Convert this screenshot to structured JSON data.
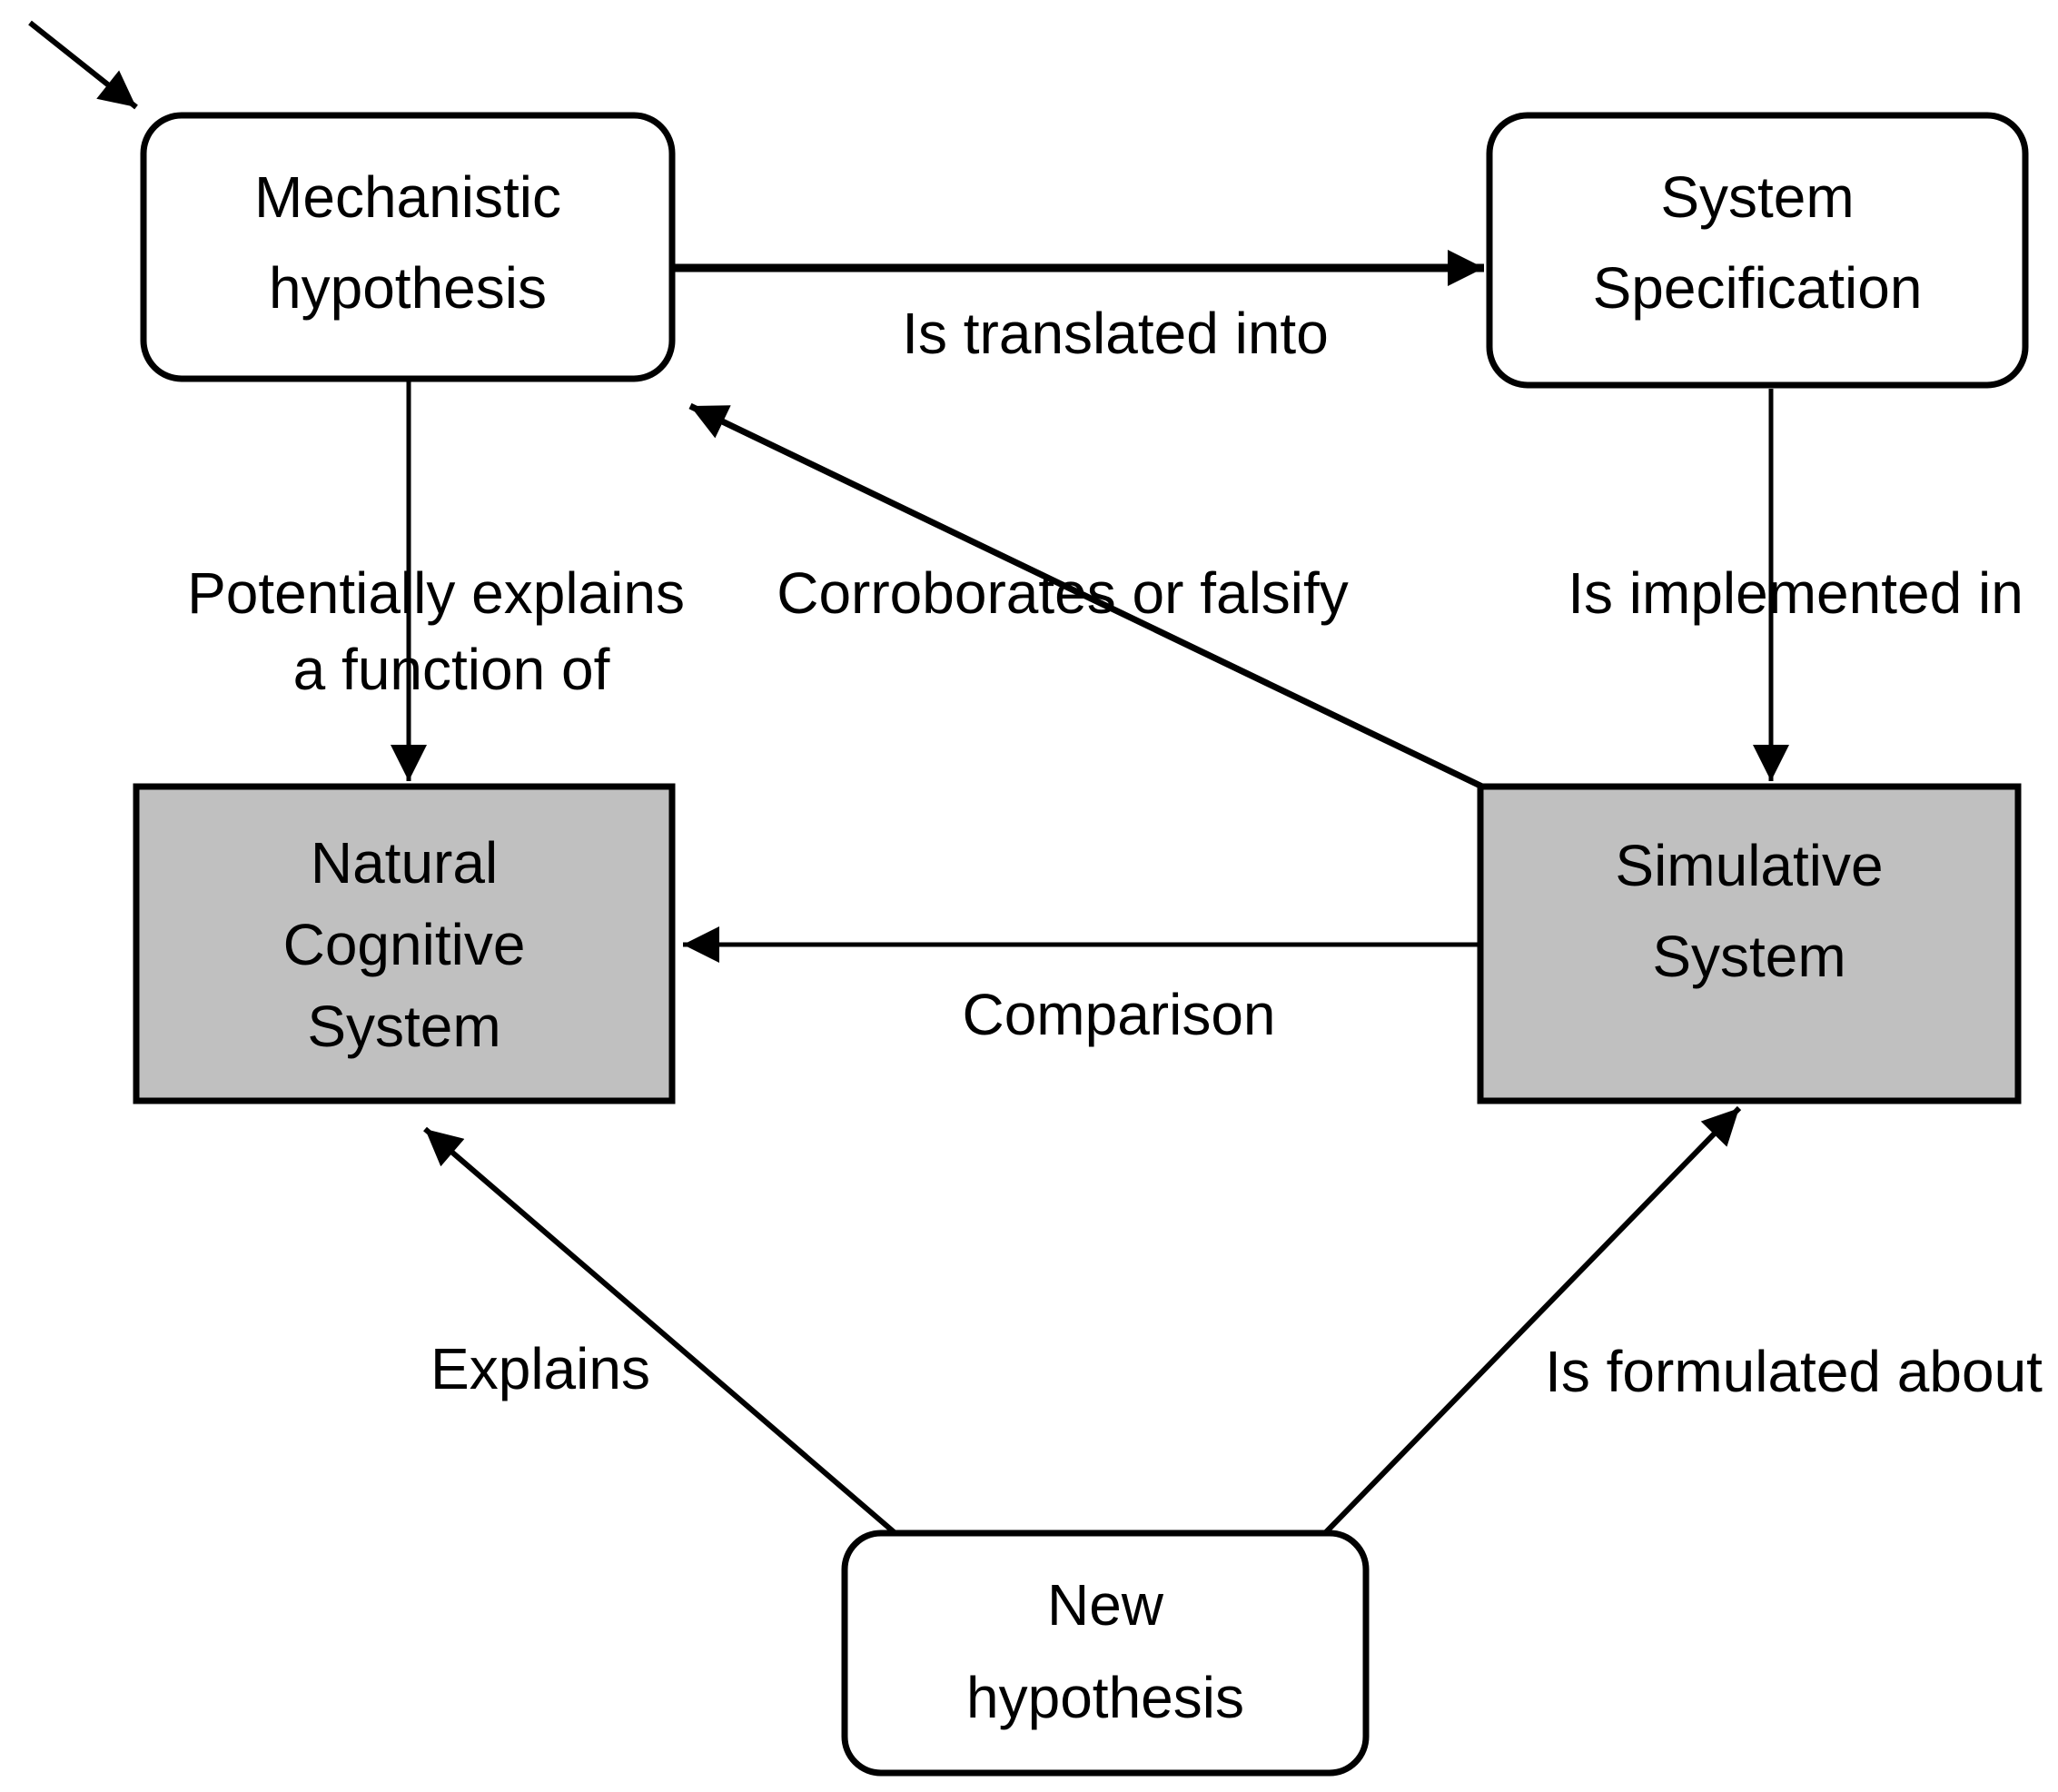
{
  "diagram": {
    "title": "Simulation-based hypothesis testing cycle",
    "background": "#ffffff",
    "stroke_color": "#000000",
    "nodes": [
      {
        "id": "mechanistic-hypothesis",
        "shape": "rounded-rectangle",
        "fill": "#ffffff",
        "lines": [
          "Mechanistic",
          "hypothesis"
        ]
      },
      {
        "id": "system-specification",
        "shape": "rounded-rectangle",
        "fill": "#ffffff",
        "lines": [
          "System",
          "Specification"
        ]
      },
      {
        "id": "natural-cognitive-system",
        "shape": "rectangle",
        "fill": "#c0c0c0",
        "lines": [
          "Natural",
          "Cognitive",
          "System"
        ]
      },
      {
        "id": "simulative-system",
        "shape": "rectangle",
        "fill": "#c0c0c0",
        "lines": [
          "Simulative",
          "System"
        ]
      },
      {
        "id": "new-hypothesis",
        "shape": "rounded-rectangle",
        "fill": "#ffffff",
        "lines": [
          "New",
          "hypothesis"
        ]
      }
    ],
    "edges": [
      {
        "id": "entry-arrow",
        "from": "(outside)",
        "to": "mechanistic-hypothesis",
        "label": ""
      },
      {
        "id": "is-translated-into",
        "from": "mechanistic-hypothesis",
        "to": "system-specification",
        "label": "Is translated into"
      },
      {
        "id": "potentially-explains",
        "from": "mechanistic-hypothesis",
        "to": "natural-cognitive-system",
        "label": "Potentially explains a function of",
        "label_lines": [
          "Potentially explains",
          "a function of"
        ]
      },
      {
        "id": "is-implemented-in",
        "from": "system-specification",
        "to": "simulative-system",
        "label": "Is implemented in"
      },
      {
        "id": "corroborates-or-falsify",
        "from": "simulative-system",
        "to": "mechanistic-hypothesis",
        "label": "Corroborates or falsify"
      },
      {
        "id": "comparison",
        "from": "simulative-system",
        "to": "natural-cognitive-system",
        "label": "Comparison"
      },
      {
        "id": "explains",
        "from": "new-hypothesis",
        "to": "natural-cognitive-system",
        "label": "Explains"
      },
      {
        "id": "is-formulated-about",
        "from": "new-hypothesis",
        "to": "simulative-system",
        "label": "Is formulated about"
      }
    ]
  }
}
